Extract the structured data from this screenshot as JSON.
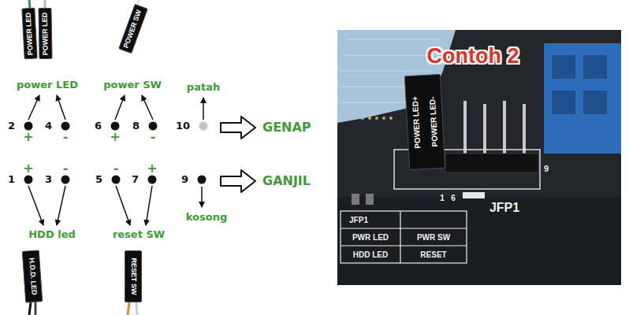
{
  "diagram": {
    "nodes": [
      {
        "text": [
          "POWER LED"
        ]
      },
      {
        "text": [
          "POWER LED"
        ]
      },
      {
        "text": [
          "POWER SW"
        ]
      },
      {
        "text": [
          "2",
          "+"
        ]
      },
      {
        "text": [
          "4",
          "-"
        ]
      },
      {
        "text": [
          "6",
          "+"
        ]
      },
      {
        "text": [
          "8",
          "-"
        ]
      },
      {
        "text": [
          "10"
        ]
      },
      {
        "text": [
          "1",
          "+"
        ]
      },
      {
        "text": [
          "3",
          "-"
        ]
      },
      {
        "text": [
          "5",
          "-"
        ]
      },
      {
        "text": [
          "7",
          "+"
        ]
      },
      {
        "text": [
          "9"
        ]
      },
      {
        "text": [
          "H.D.D. LED"
        ]
      },
      {
        "text": [
          "RESET SW"
        ]
      },
      {
        "text": [
          "POWER LED+",
          "POWER LED-"
        ]
      }
    ],
    "labels": [
      "power LED",
      "power SW",
      "patah",
      "GENAP",
      "GANJIL",
      "HDD led",
      "reset SW",
      "kosong",
      "Contoh 2",
      "9",
      "1",
      "6",
      "JFP1",
      "PWR LED",
      "PWR SW",
      "HDD LED",
      "RESET",
      "JFP1"
    ]
  }
}
